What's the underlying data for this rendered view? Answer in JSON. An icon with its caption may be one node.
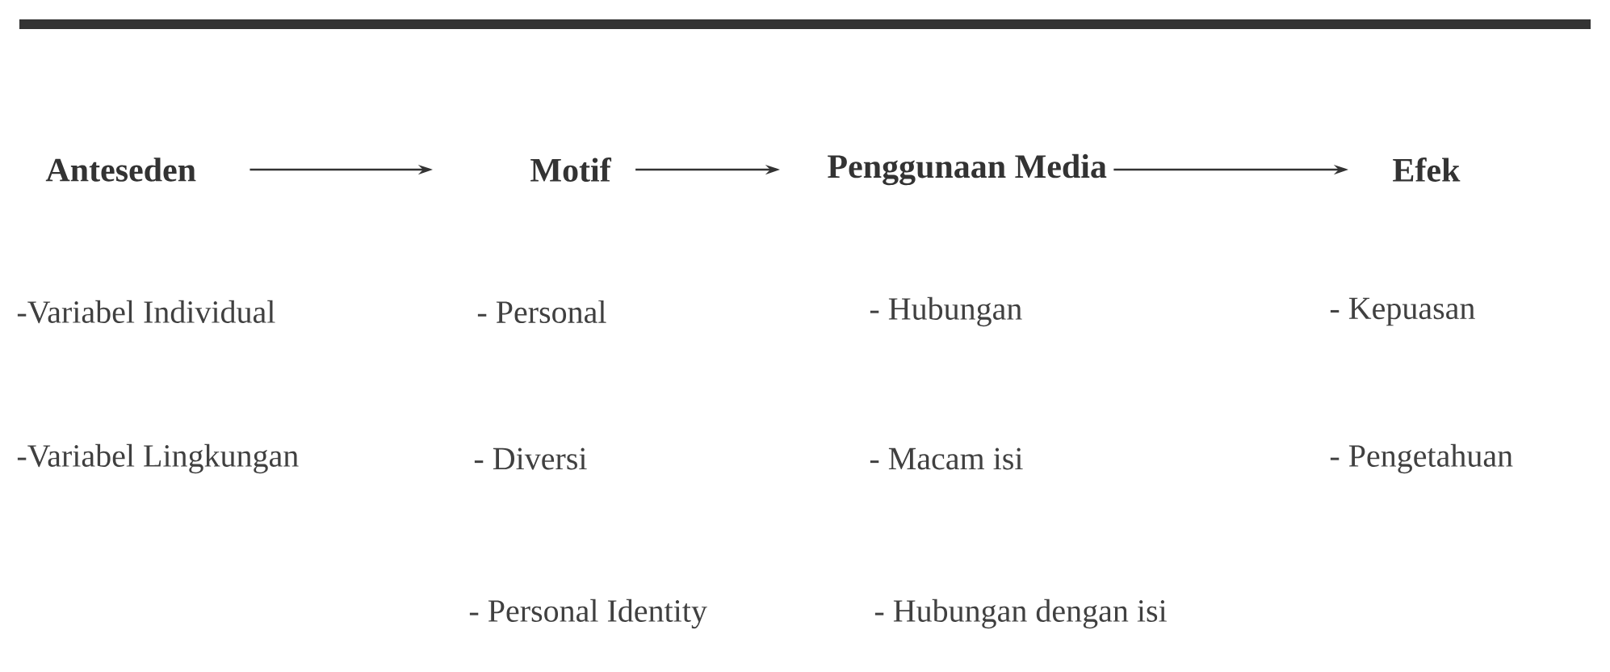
{
  "diagram": {
    "nodes": [
      {
        "text": [
          "Anteseden"
        ]
      },
      {
        "text": [
          "Motif"
        ]
      },
      {
        "text": [
          "Penggunaan Media"
        ]
      },
      {
        "text": [
          "Efek"
        ]
      }
    ],
    "edges": [
      {
        "from": 0,
        "to": 1,
        "arrow": "to"
      },
      {
        "from": 1,
        "to": 2,
        "arrow": "to"
      },
      {
        "from": 2,
        "to": 3,
        "arrow": "to"
      }
    ],
    "labels": [
      "-Variabel Individual",
      "- Personal",
      "- Hubungan",
      "- Kepuasan",
      "-Variabel Lingkungan",
      "- Diversi",
      "- Macam isi",
      "- Pengetahuan",
      "- Personal Identity",
      "- Hubungan dengan isi"
    ]
  }
}
